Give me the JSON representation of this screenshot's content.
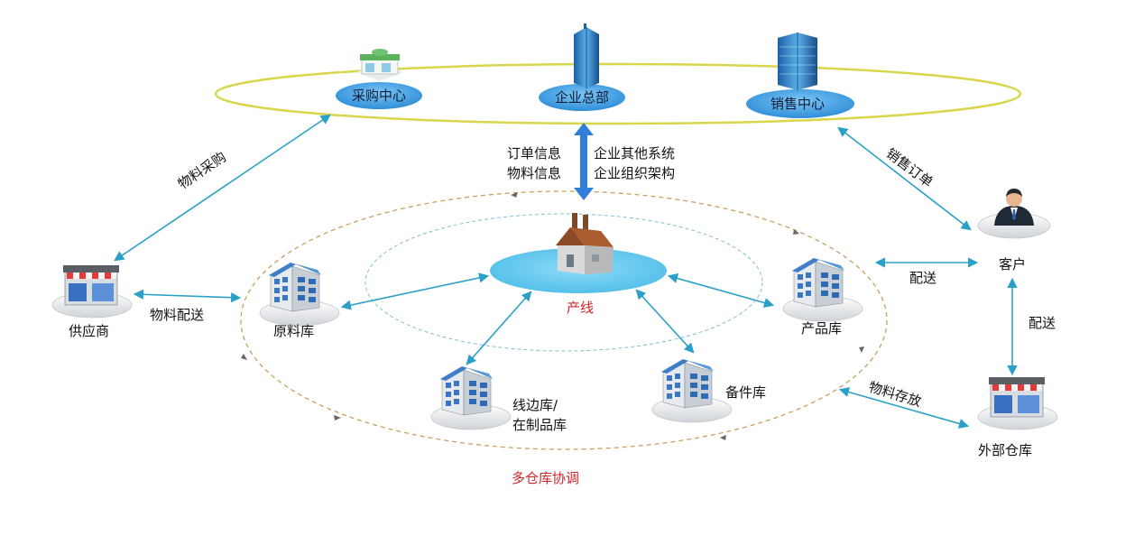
{
  "top_ring": {
    "nodes": [
      {
        "id": "procurement",
        "label": "采购中心",
        "icon": "shop-icon"
      },
      {
        "id": "hq",
        "label": "企业总部",
        "icon": "office-tower-icon"
      },
      {
        "id": "sales",
        "label": "销售中心",
        "icon": "office-building-icon"
      }
    ]
  },
  "center_link": {
    "left_lines": [
      "订单信息",
      "物料信息"
    ],
    "right_lines": [
      "企业其他系统",
      "企业组织架构"
    ]
  },
  "links": {
    "procurement_to_supplier": "物料采购",
    "sales_to_customer": "销售订单",
    "supplier_to_raw": "物料配送",
    "product_to_customer": "配送",
    "customer_to_external": "配送",
    "warehouse_to_external": "物料存放"
  },
  "production": {
    "label": "产线",
    "icon": "factory-icon"
  },
  "warehouses": {
    "raw": "原料库",
    "wip_line1": "线边库/",
    "wip_line2": "在制品库",
    "spare": "备件库",
    "product": "产品库"
  },
  "outer": {
    "supplier": "供应商",
    "customer": "客户",
    "external": "外部仓库"
  },
  "ring_caption": "多仓库协调",
  "colors": {
    "pill": "#3e9ee5",
    "arrow": "#2aa0c8",
    "center_arrow": "#2f7fd8",
    "ring_yellow": "#d8d64a",
    "ring_dash": "#c8a060",
    "lake": "#5ec8ec",
    "caption_red": "#d0262b"
  }
}
